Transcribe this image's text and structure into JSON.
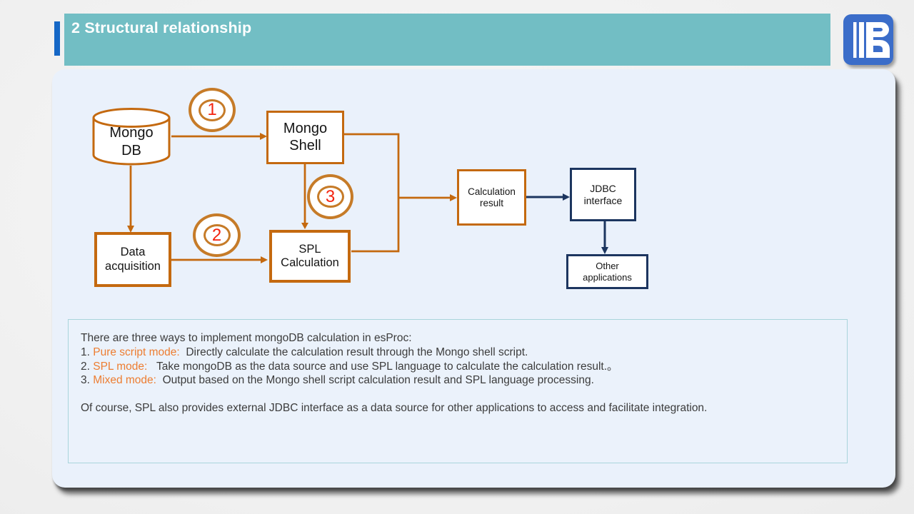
{
  "slide": {
    "title": "2 Structural relationship"
  },
  "diagram": {
    "mongo_db": "Mongo\nDB",
    "mongo_shell": "Mongo\nShell",
    "data_acquisition": "Data\nacquisition",
    "spl_calculation": "SPL\nCalculation",
    "calculation_result": "Calculation\nresult",
    "jdbc_interface": "JDBC\ninterface",
    "other_applications": "Other\napplications",
    "badge_1": "1",
    "badge_2": "2",
    "badge_3": "3"
  },
  "notes": {
    "intro": "There are three ways to implement mongoDB calculation in esProc:",
    "items": [
      {
        "num": "1. ",
        "label": "Pure script mode:",
        "text": "  Directly calculate the calculation result through the Mongo shell script."
      },
      {
        "num": "2. ",
        "label": "SPL mode:",
        "text": "   Take mongoDB as the data source and use SPL language to calculate the calculation result.。"
      },
      {
        "num": "3. ",
        "label": "Mixed mode:",
        "text": "  Output based on the Mongo shell script calculation result and SPL language processing."
      }
    ],
    "footer": "Of course, SPL also provides external JDBC interface as a data source for other applications to access and facilitate integration."
  },
  "colors": {
    "teal_header": "#72BEC4",
    "accent_blue": "#1567C6",
    "logo_blue": "#3B6DC9",
    "panel_bg": "#EAF1FB",
    "diagram_orange": "#C4690F",
    "badge_ring_orange": "#C67B28",
    "badge_number_red": "#F3230F",
    "navy": "#1C355F",
    "note_label_orange": "#ED7D31",
    "notes_border": "#A9D4DB",
    "body_text": "#3C3C3C"
  }
}
